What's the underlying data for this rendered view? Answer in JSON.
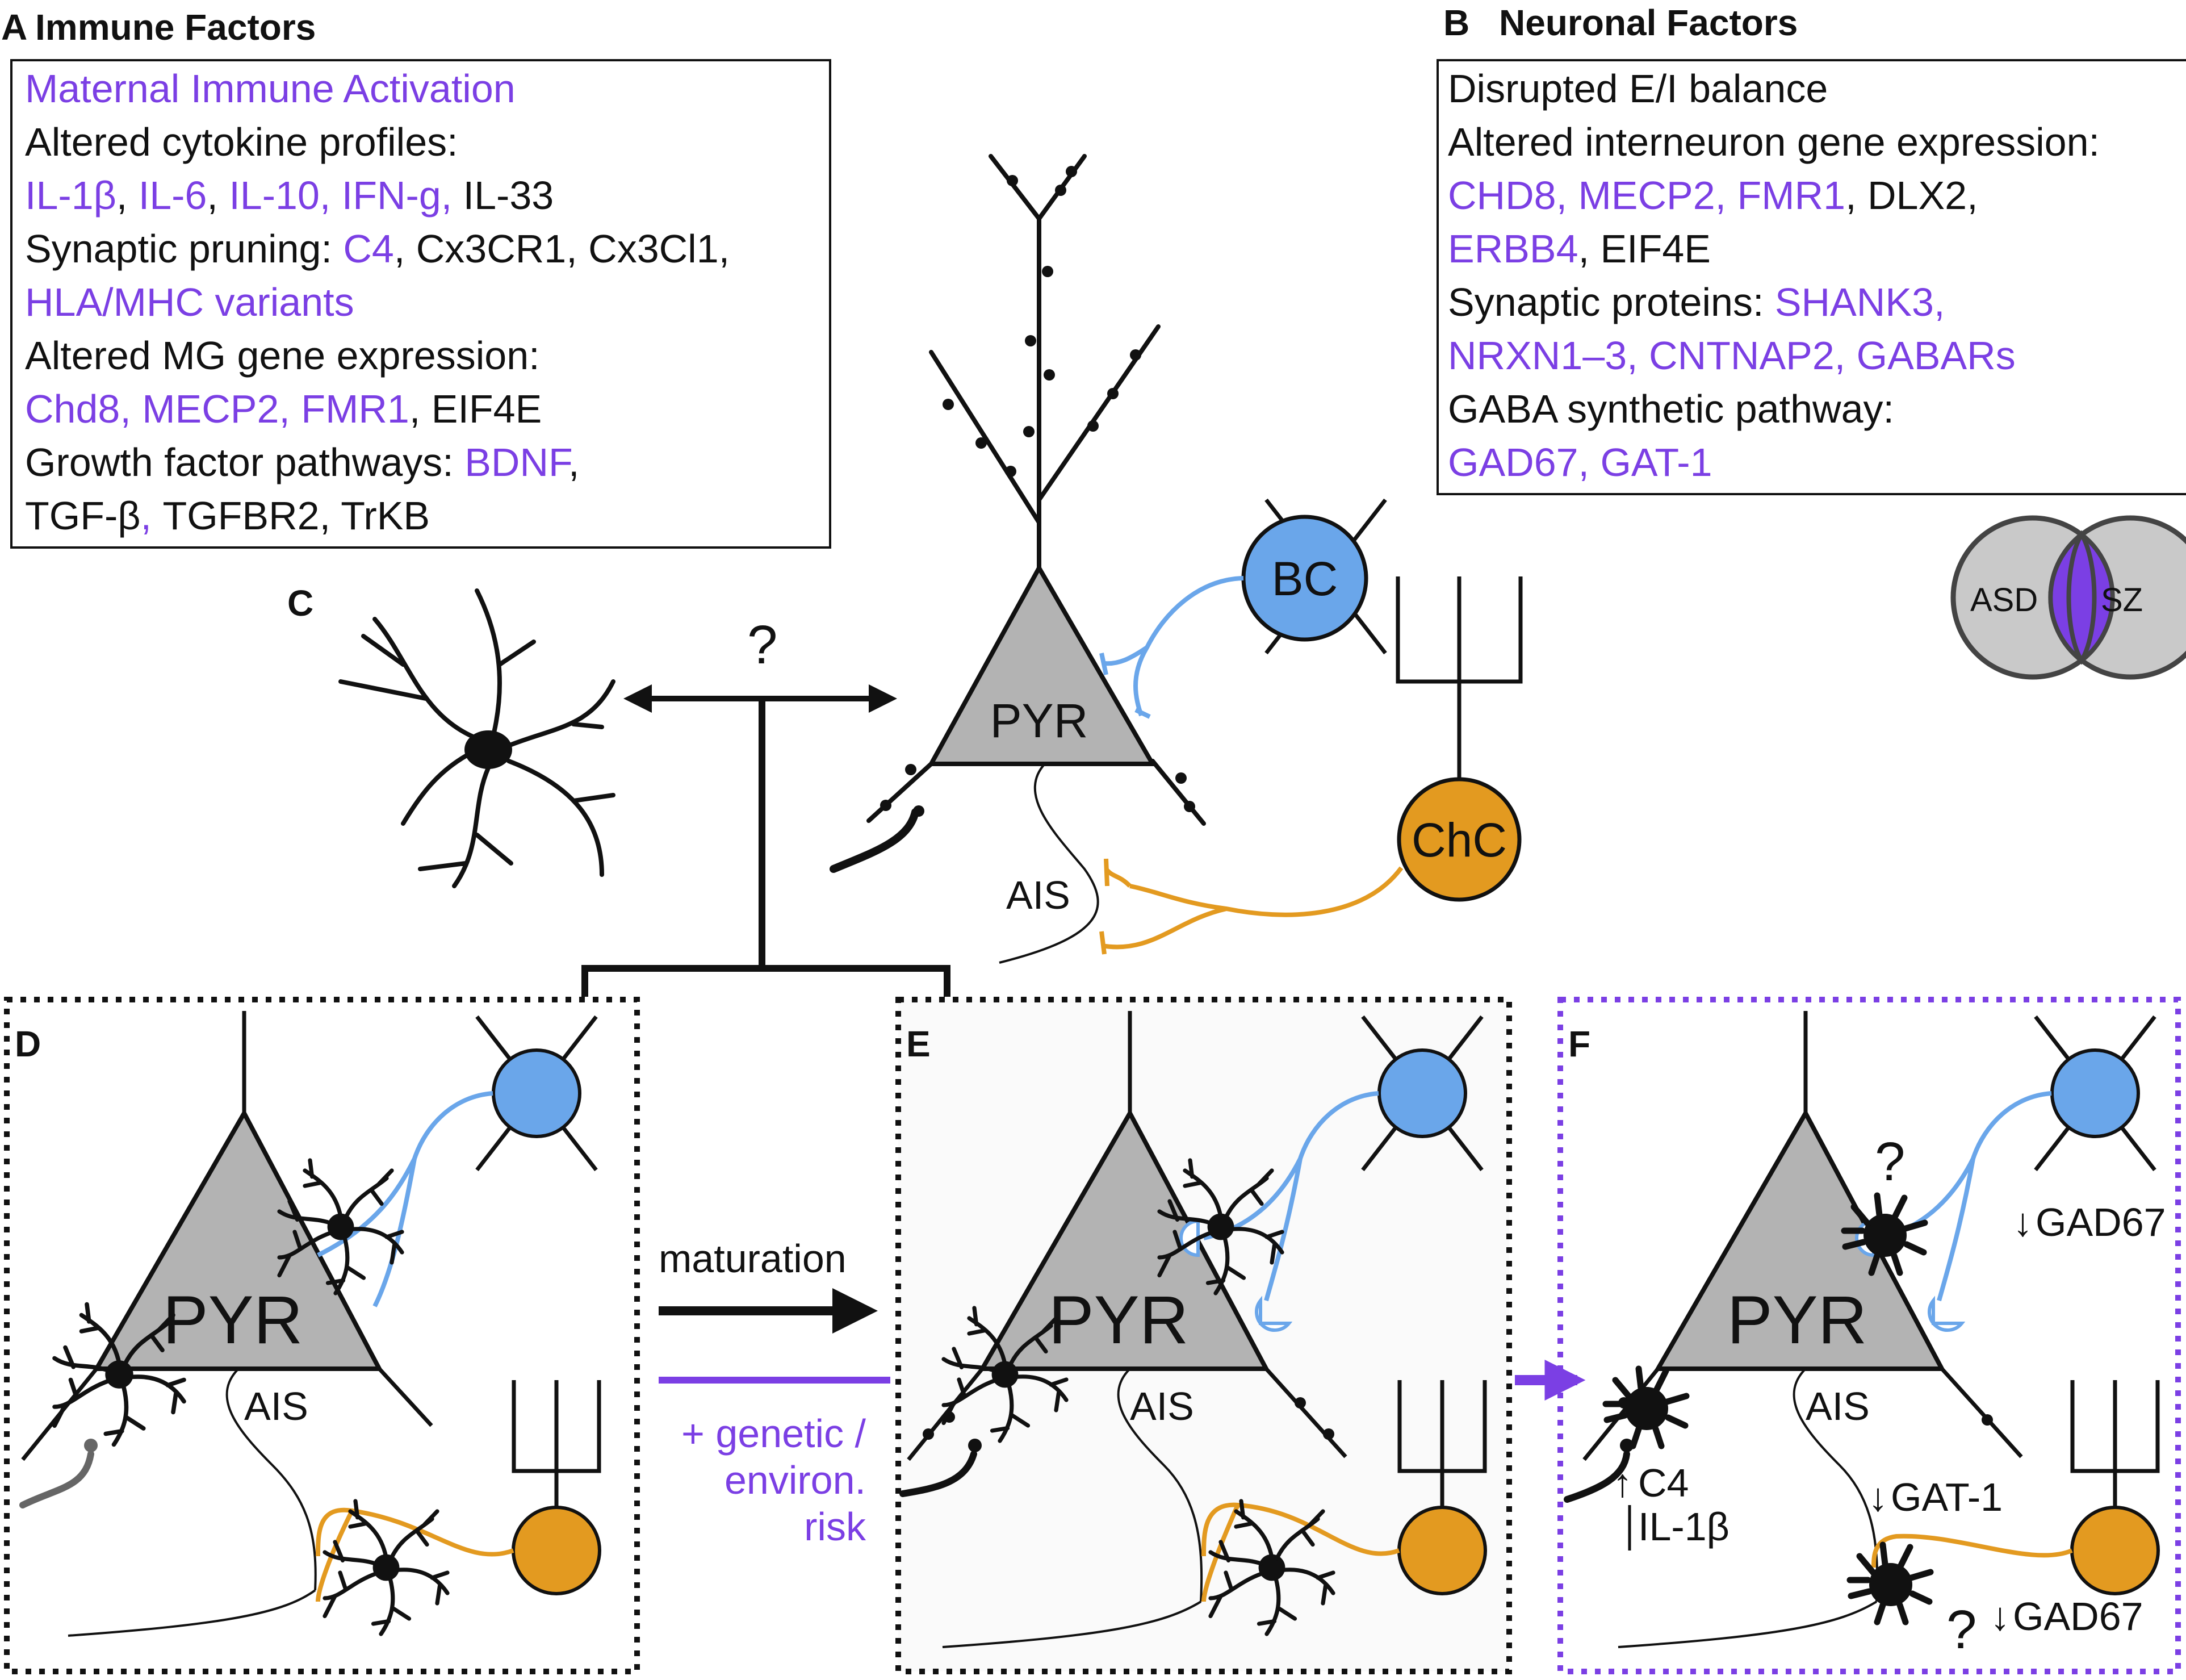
{
  "colors": {
    "accent_purple": "#7b3fe4",
    "basket_cell_blue": "#6aa6ea",
    "chandelier_orange": "#e39a20",
    "pyramidal_gray": "#b3b3b3",
    "venn_gray": "#c9c9c9"
  },
  "panel_a": {
    "letter": "A",
    "title": "Immune Factors",
    "lines": [
      [
        {
          "t": "Maternal Immune Activation",
          "c": "purple"
        }
      ],
      [
        {
          "t": "Altered cytokine profiles:",
          "c": "black"
        }
      ],
      [
        {
          "t": "IL-1β",
          "c": "purple"
        },
        {
          "t": ", ",
          "c": "black"
        },
        {
          "t": "IL-6",
          "c": "purple"
        },
        {
          "t": ", ",
          "c": "black"
        },
        {
          "t": "IL-10, IFN-g,",
          "c": "purple"
        },
        {
          "t": " IL-33",
          "c": "black"
        }
      ],
      [
        {
          "t": "Synaptic pruning: ",
          "c": "black"
        },
        {
          "t": "C4",
          "c": "purple"
        },
        {
          "t": ", Cx3CR1, Cx3Cl1,",
          "c": "black"
        }
      ],
      [
        {
          "t": "HLA/MHC variants",
          "c": "purple"
        }
      ],
      [
        {
          "t": "Altered MG gene expression:",
          "c": "black"
        }
      ],
      [
        {
          "t": "Chd8, MECP2, FMR1",
          "c": "purple"
        },
        {
          "t": ", EIF4E",
          "c": "black"
        }
      ],
      [
        {
          "t": "Growth factor pathways: ",
          "c": "black"
        },
        {
          "t": "BDNF",
          "c": "purple"
        },
        {
          "t": ",",
          "c": "black"
        }
      ],
      [
        {
          "t": "TGF-β",
          "c": "black"
        },
        {
          "t": ",",
          "c": "purple"
        },
        {
          "t": " TGFBR2, TrKB",
          "c": "black"
        }
      ]
    ]
  },
  "panel_b": {
    "letter": "B",
    "title": "Neuronal Factors",
    "lines": [
      [
        {
          "t": "Disrupted E/I balance",
          "c": "black"
        }
      ],
      [
        {
          "t": "Altered interneuron gene expression:",
          "c": "black"
        }
      ],
      [
        {
          "t": "CHD8, MECP2, FMR1",
          "c": "purple"
        },
        {
          "t": ", DLX2,",
          "c": "black"
        }
      ],
      [
        {
          "t": "ERBB4",
          "c": "purple"
        },
        {
          "t": ", EIF4E",
          "c": "black"
        }
      ],
      [
        {
          "t": "Synaptic proteins: ",
          "c": "black"
        },
        {
          "t": "SHANK3,",
          "c": "purple"
        }
      ],
      [
        {
          "t": "NRXN1–3, CNTNAP2, GABARs",
          "c": "purple"
        }
      ],
      [
        {
          "t": "GABA synthetic pathway:",
          "c": "black"
        }
      ],
      [
        {
          "t": "GAD67, GAT-1",
          "c": "purple"
        }
      ]
    ],
    "venn_left": "ASD",
    "venn_right": "SZ"
  },
  "panel_c": {
    "letter": "C",
    "question": "?",
    "pyr_label": "PYR",
    "bc_label": "BC",
    "chc_label": "ChC",
    "ais_label": "AIS"
  },
  "panel_d": {
    "letter": "D",
    "pyr_label": "PYR",
    "ais_label": "AIS"
  },
  "transition": {
    "maturation": "maturation",
    "risk_line1": "+ genetic /",
    "risk_line2": "environ.",
    "risk_line3": "risk"
  },
  "panel_e": {
    "letter": "E",
    "pyr_label": "PYR",
    "ais_label": "AIS"
  },
  "panel_f": {
    "letter": "F",
    "pyr_label": "PYR",
    "ais_label": "AIS",
    "question_top": "?",
    "question_bottom": "?",
    "gad67_bc": "GAD67",
    "gad67_chc": "GAD67",
    "gat1": "GAT-1",
    "c4": "C4",
    "il1b": "IL-1β",
    "arrow_down": "↓",
    "arrow_up": "↑"
  }
}
